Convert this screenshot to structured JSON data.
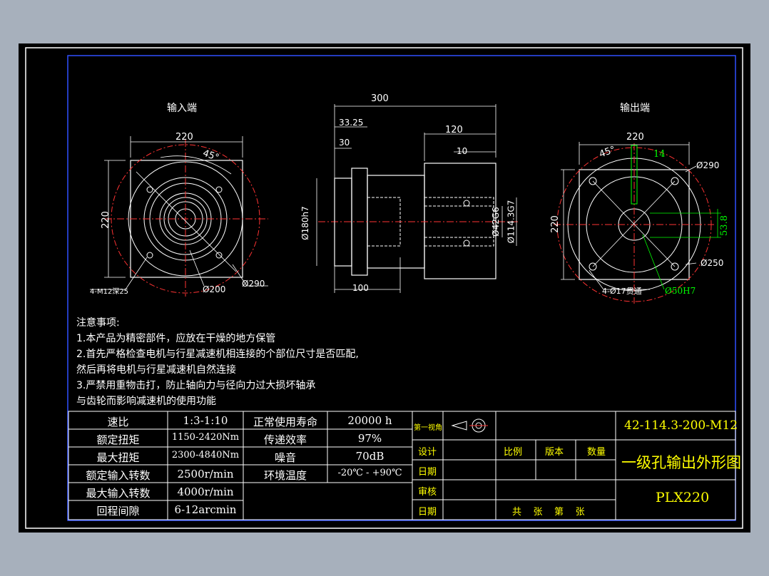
{
  "views": {
    "input_end_label": "输入端",
    "output_end_label": "输出端"
  },
  "dimensions": {
    "left": {
      "width": "220",
      "height": "220",
      "angle": "45°",
      "bolt": "4-M12深25",
      "d200": "Ø200",
      "d290": "Ø290"
    },
    "middle": {
      "overall": "300",
      "d33": "33.25",
      "d30": "30",
      "d120": "120",
      "d10": "10",
      "d180": "Ø180h7",
      "d42": "Ø42G6",
      "d114": "Ø114.3G7",
      "d100": "100"
    },
    "right": {
      "width": "220",
      "height": "220",
      "angle": "45°",
      "d14": "14",
      "d290": "Ø290",
      "d53": "53.8",
      "d250": "Ø250",
      "bolt": "4-Ø17贯通",
      "d50": "Ø50H7"
    }
  },
  "notes": {
    "title": "注意事项:",
    "lines": [
      "1.本产品为精密部件，应放在干燥的地方保管",
      "2.首先严格检查电机与行星减速机相连接的个部位尺寸是否匹配,",
      "然后再将电机与行星减速机自然连接",
      "3.严禁用重物击打，防止轴向力与径向力过大损坏轴承",
      "与齿轮而影响减速机的使用功能"
    ]
  },
  "specs": {
    "rows": [
      [
        "速比",
        "1:3-1:10",
        "正常使用寿命",
        "20000 h"
      ],
      [
        "额定扭矩",
        "1150-2420Nm",
        "传递效率",
        "97%"
      ],
      [
        "最大扭矩",
        "2300-4840Nm",
        "噪音",
        "70dB"
      ],
      [
        "额定输入转数",
        "2500r/min",
        "环境温度",
        "-20℃ - +90℃"
      ],
      [
        "最大输入转数",
        "4000r/min",
        "",
        ""
      ],
      [
        "回程间隙",
        "6-12arcmin",
        "",
        ""
      ]
    ]
  },
  "title_block": {
    "projection_label": "第一视角",
    "design": "设计",
    "date1": "日期",
    "review": "审核",
    "date2": "日期",
    "scale": "比例",
    "version": "版本",
    "quantity": "数量",
    "sheets": "共    张    第    张",
    "part_number": "42-114.3-200-M12",
    "drawing_title": "一级孔输出外形图",
    "model": "PLX220"
  },
  "colors": {
    "sheet": "#000000",
    "frame": "#ffffff",
    "inner_border": "#0000ff",
    "center_lines": "#ff3333",
    "dims": "#00ff00",
    "title_text": "#ffff00"
  }
}
